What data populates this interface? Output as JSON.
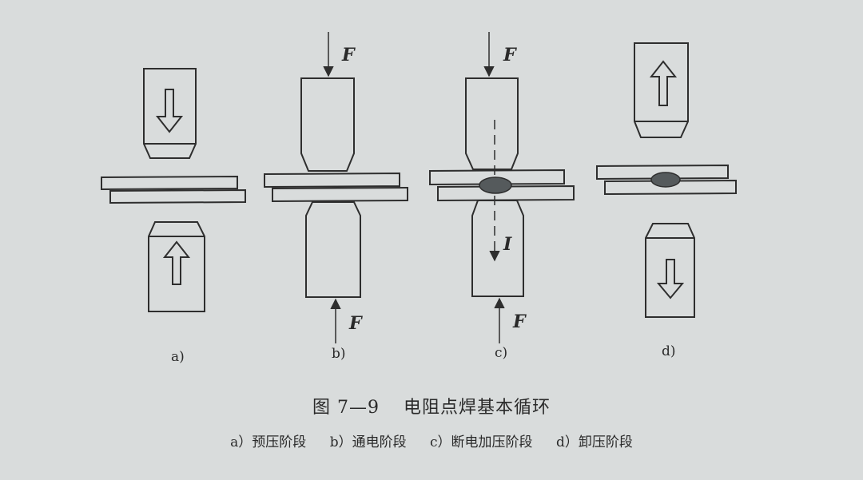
{
  "figure": {
    "number": "图 7—9",
    "title": "电阻点焊基本循环"
  },
  "force_label": "F",
  "current_label": "I",
  "stages": [
    {
      "letter": "a)",
      "legend": "a）预压阶段"
    },
    {
      "letter": "b)",
      "legend": "b）通电阶段"
    },
    {
      "letter": "c)",
      "legend": "c）断电加压阶段"
    },
    {
      "letter": "d)",
      "legend": "d）卸压阶段"
    }
  ],
  "colors": {
    "line": "#2e2e2e",
    "nugget": "#555a5c",
    "paper": "#d9dcdc"
  }
}
